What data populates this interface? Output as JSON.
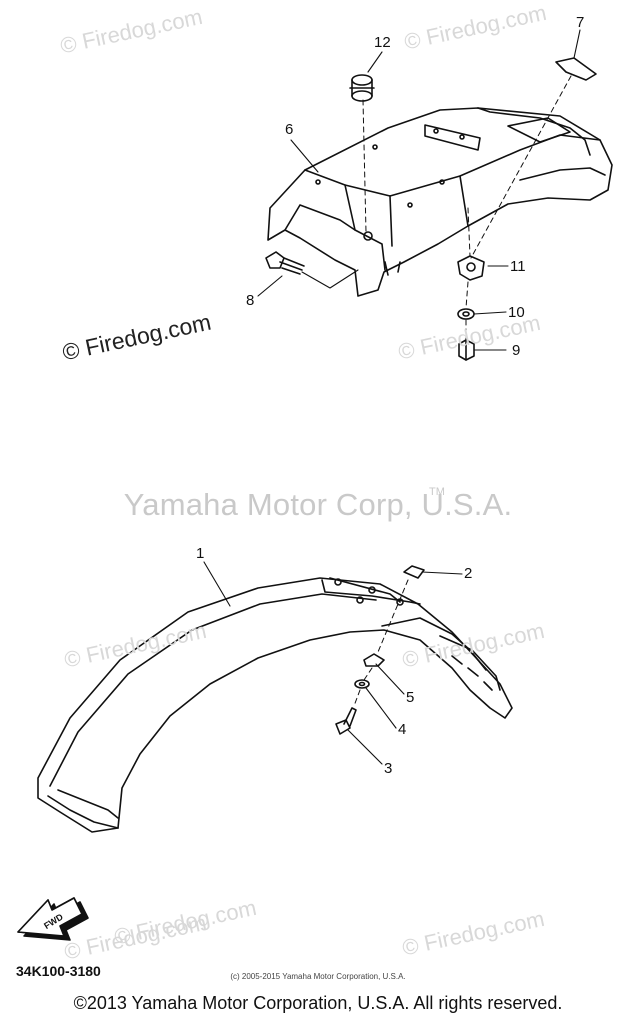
{
  "watermarks": [
    "© Firedog.com",
    "© Firedog.com",
    "© Firedog.com",
    "© Firedog.com",
    "© Firedog.com",
    "© Firedog.com",
    "© Firedog.com",
    "© Firedog.com",
    "© Firedog.com"
  ],
  "brand_watermark": "Yamaha Motor Corp, U.S.A.",
  "trademark": "TM",
  "callouts": [
    "1",
    "2",
    "3",
    "4",
    "5",
    "6",
    "7",
    "8",
    "9",
    "10",
    "11",
    "12"
  ],
  "fwd_label": "FWD",
  "diagram_number": "34K100-3180",
  "small_copyright": "(c) 2005-2015 Yamaha Motor Corporation, U.S.A.",
  "copyright": "©2013 Yamaha Motor Corporation, U.S.A. All rights reserved."
}
